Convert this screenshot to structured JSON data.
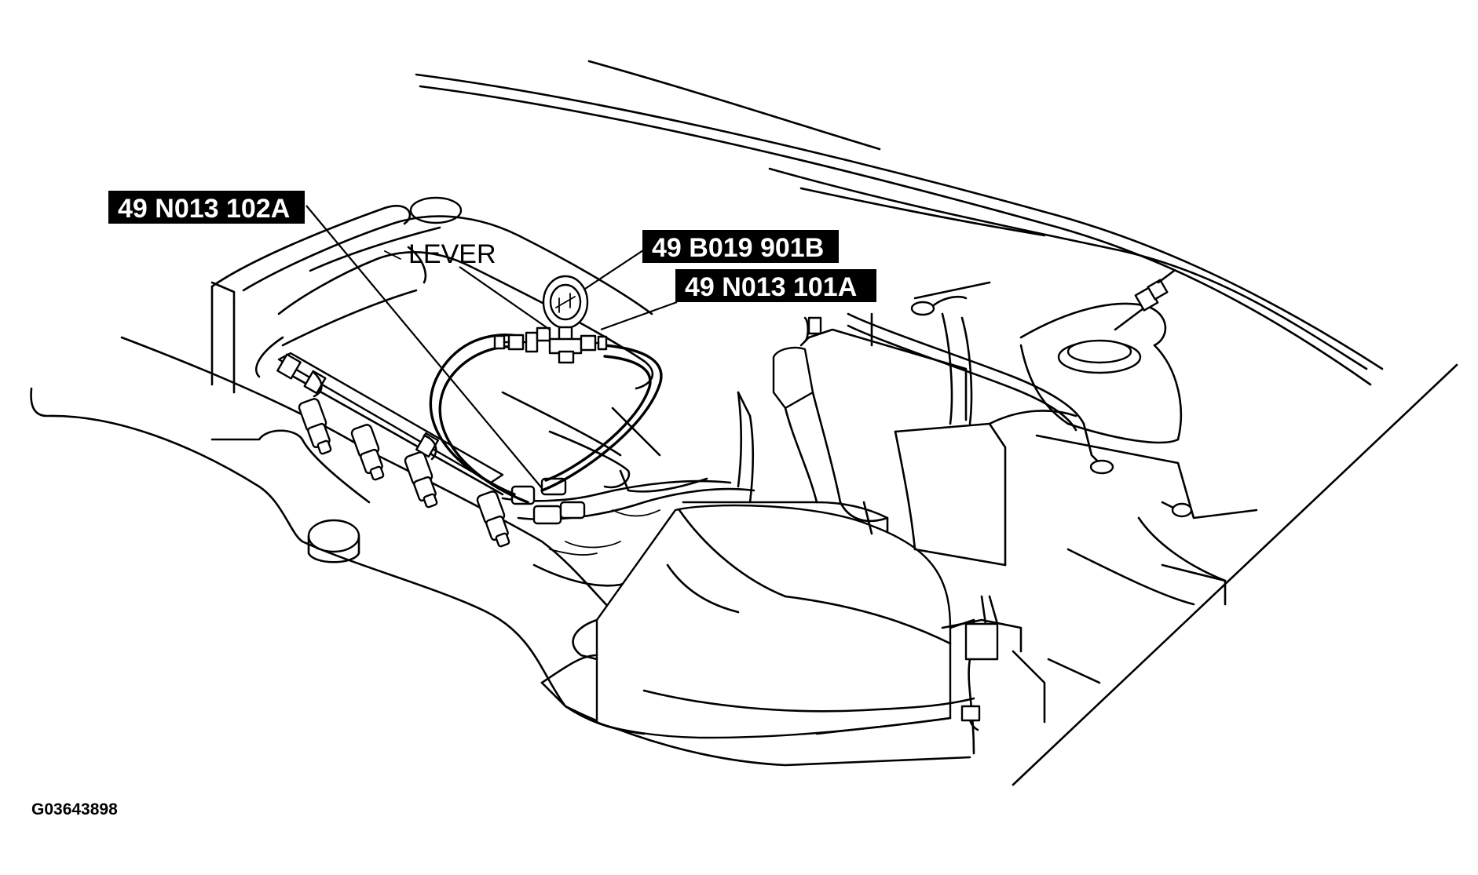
{
  "figure": {
    "figure_id": "G03643898"
  },
  "callouts": [
    {
      "id": "sst-hose-102a",
      "text": "49 N013 102A"
    },
    {
      "id": "sst-gauge-901b",
      "text": "49 B019 901B"
    },
    {
      "id": "sst-adapter-101a",
      "text": "49 N013 101A"
    }
  ],
  "labels": {
    "lever": "LEVER"
  },
  "parts": [
    "engine-cover",
    "fuel-injectors",
    "fuel-rail",
    "fuel-pressure-gauge",
    "fuel-hose",
    "air-cleaner-box",
    "battery",
    "strut-tower",
    "hood-outline"
  ]
}
